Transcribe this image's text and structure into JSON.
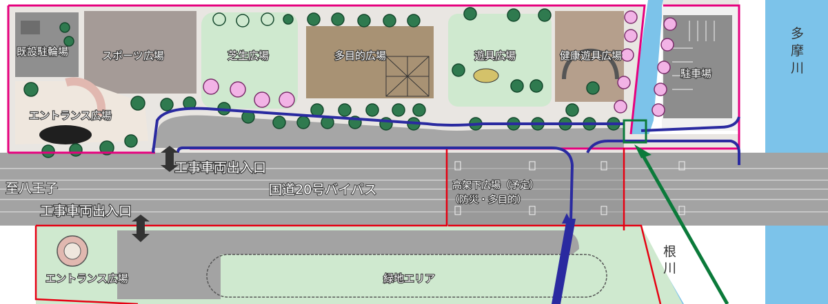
{
  "map": {
    "areas": {
      "existing_bike_parking": "既設駐輪場",
      "sports_plaza": "スポーツ広場",
      "lawn_plaza": "芝生広場",
      "multipurpose_plaza": "多目的広場",
      "playground_plaza": "遊具広場",
      "fitness_equipment_plaza": "健康遊具広場",
      "parking_lot": "駐車場",
      "entrance_plaza_north": "エントランス広場",
      "entrance_plaza_south": "エントランス広場",
      "green_area": "緑地エリア",
      "under_elevated_plaza_line1": "高架下広場（予定）",
      "under_elevated_plaza_line2": "（防災・多目的）"
    },
    "roads": {
      "route20_bypass": "国道20号バイパス",
      "to_hachioji": "至八王子"
    },
    "rivers": {
      "tama_river": [
        "多",
        "摩",
        "川"
      ],
      "ne_river": [
        "根",
        "川"
      ]
    },
    "access": {
      "construction_entrance_north": "工事車両出入口",
      "construction_entrance_south": "工事車両出入口"
    },
    "colors": {
      "north_boundary": "#e6007e",
      "south_boundary": "#e60012",
      "route_blue": "#2a2aa0",
      "route_green": "#0b7a3a",
      "road": "#a3a3a3",
      "river": "#7cc3ea",
      "grass": "#cfe9cf",
      "tree": "#2f7a4f",
      "blossom": "#f2b3e6"
    }
  }
}
